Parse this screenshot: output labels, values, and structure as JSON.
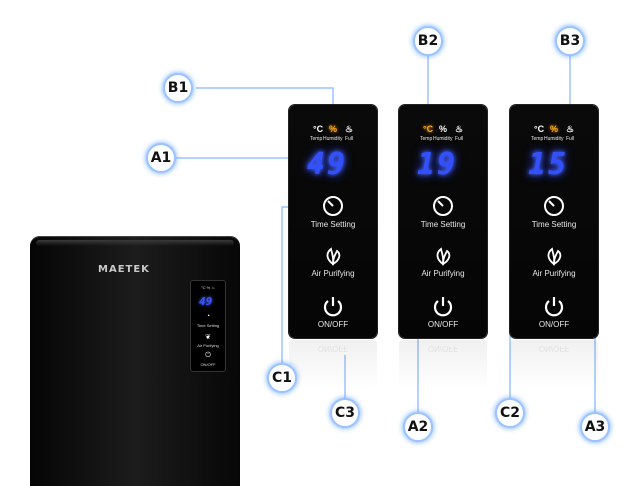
{
  "device": {
    "brand": "MAETEK"
  },
  "mini_panel": {
    "display": "49",
    "time_label": "Time Setting",
    "air_label": "Air Purifying",
    "onoff_label": "ON/OFF"
  },
  "panel_labels": {
    "temp_unit": "°C",
    "humidity_unit": "%",
    "temp_caption": "Temp",
    "humidity_caption": "Humidity",
    "full_caption": "Full",
    "time_setting": "Time Setting",
    "air_purifying": "Air Purifying",
    "onoff": "ON/OFF"
  },
  "panels": [
    {
      "display": "49",
      "active_indicator": "humidity",
      "reflection": "ON/OFF"
    },
    {
      "display": "19",
      "active_indicator": "temp",
      "reflection": "ON/OFF"
    },
    {
      "display": "15",
      "active_indicator": "humidity",
      "reflection": "ON/OFF"
    }
  ],
  "callouts": {
    "B1": "B1",
    "B2": "B2",
    "B3": "B3",
    "A1": "A1",
    "A2": "A2",
    "A3": "A3",
    "C1": "C1",
    "C2": "C2",
    "C3": "C3"
  },
  "colors": {
    "display_blue": "#3350ff",
    "active_amber": "#ffb020",
    "callout_glow": "#6aa6ff"
  }
}
